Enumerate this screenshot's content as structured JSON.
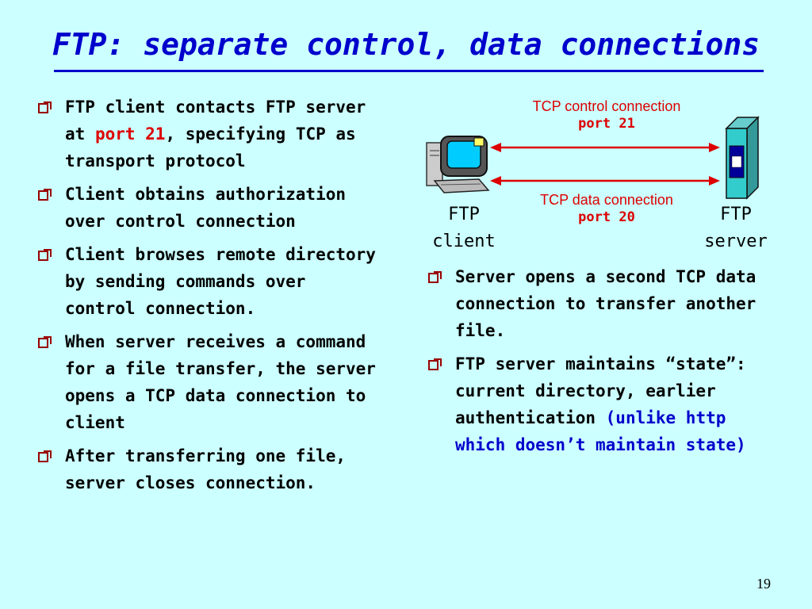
{
  "title": "FTP: separate control, data connections",
  "left_bullets": [
    {
      "parts": [
        {
          "text": "FTP client contacts FTP server at "
        },
        {
          "text": "port 21",
          "color": "red"
        },
        {
          "text": ", specifying TCP as transport protocol"
        }
      ]
    },
    {
      "parts": [
        {
          "text": "Client obtains authorization over control connection"
        }
      ]
    },
    {
      "parts": [
        {
          "text": "Client browses remote directory by sending commands over control connection."
        }
      ]
    },
    {
      "parts": [
        {
          "text": "When server receives a command for a file transfer, the server opens a TCP data connection to client"
        }
      ]
    },
    {
      "parts": [
        {
          "text": "After transferring one file, server closes connection."
        }
      ]
    }
  ],
  "right_bullets": [
    {
      "parts": [
        {
          "text": "Server opens a second TCP data connection to transfer another file."
        }
      ]
    },
    {
      "parts": [
        {
          "text": "FTP server maintains “state”: current directory, earlier authentication "
        },
        {
          "text": "(unlike http which doesn’t maintain state)",
          "color": "blue"
        }
      ]
    }
  ],
  "diagram": {
    "control_label": "TCP control connection",
    "control_port": "port 21",
    "data_label": "TCP data connection",
    "data_port": "port 20",
    "client_label_1": "FTP",
    "client_label_2": "client",
    "server_label_1": "FTP",
    "server_label_2": "server",
    "arrow_color": "#dd0000"
  },
  "page_number": "19"
}
